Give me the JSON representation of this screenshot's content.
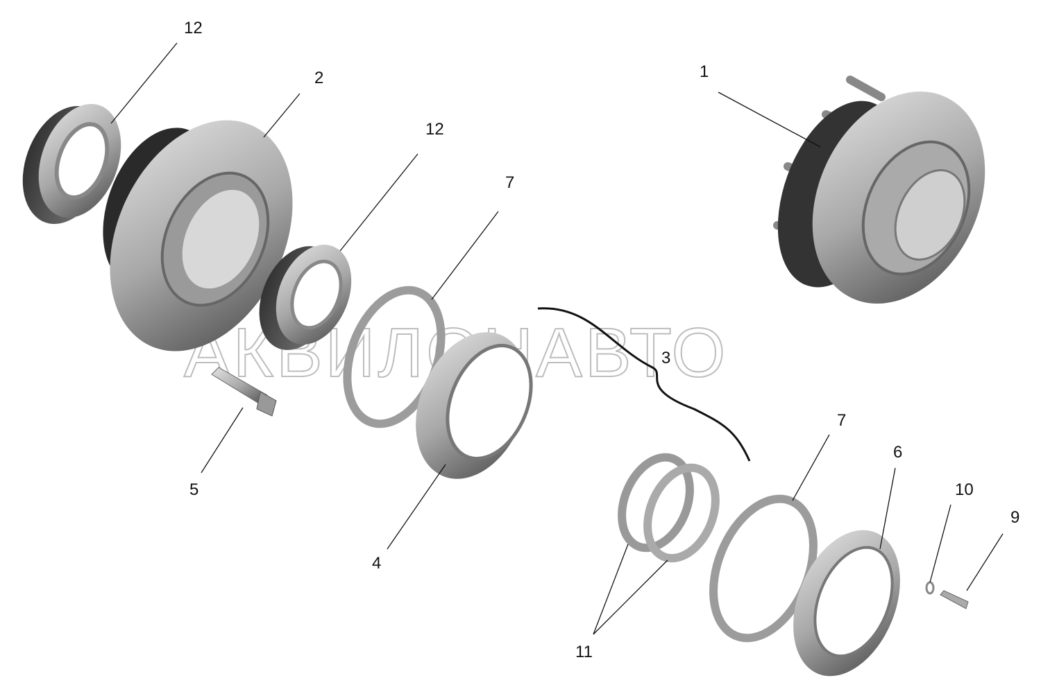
{
  "watermark": "АКВИЛОНАВТО",
  "callouts": [
    {
      "id": "c12a",
      "text": "12"
    },
    {
      "id": "c2",
      "text": "2"
    },
    {
      "id": "c12b",
      "text": "12"
    },
    {
      "id": "c7a",
      "text": "7"
    },
    {
      "id": "c1",
      "text": "1"
    },
    {
      "id": "c3",
      "text": "3"
    },
    {
      "id": "c5",
      "text": "5"
    },
    {
      "id": "c4",
      "text": "4"
    },
    {
      "id": "c7b",
      "text": "7"
    },
    {
      "id": "c6",
      "text": "6"
    },
    {
      "id": "c10",
      "text": "10"
    },
    {
      "id": "c9",
      "text": "9"
    },
    {
      "id": "c11",
      "text": "11"
    }
  ]
}
